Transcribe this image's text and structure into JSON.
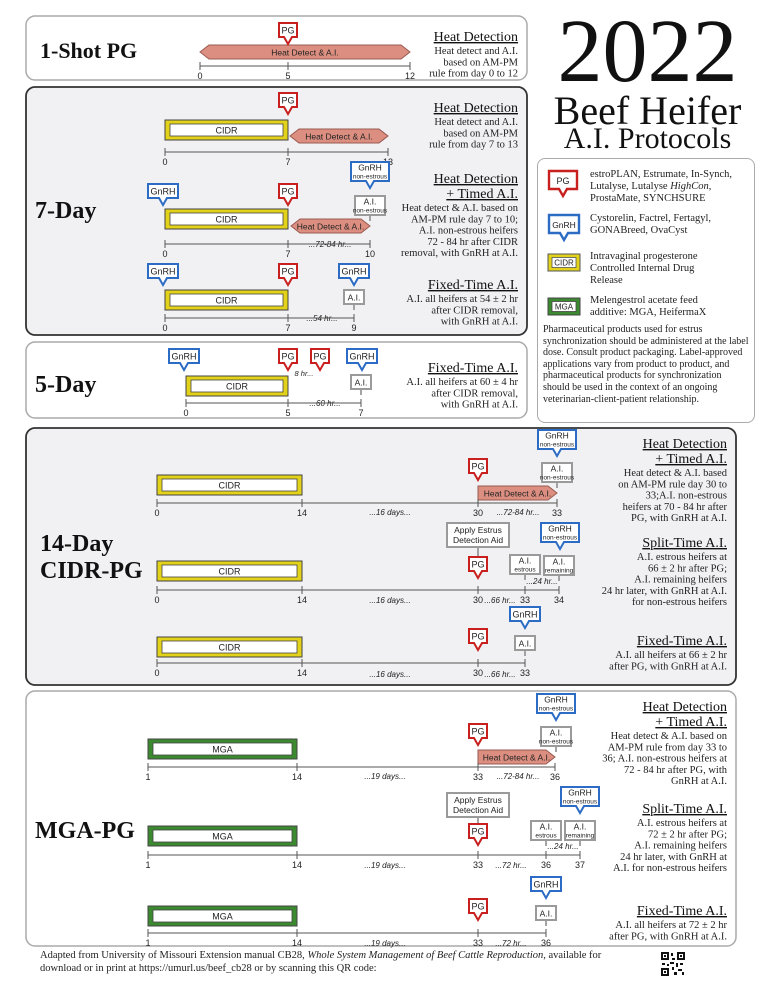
{
  "title": {
    "year": "2022",
    "line2": "Beef Heifer",
    "line3": "A.I. Protocols"
  },
  "labels": {
    "pg": "PG",
    "gnrh": "GnRH",
    "ai": "A.I.",
    "non_estrous": "non-estrous",
    "estrous": "estrous",
    "remaining": "remaining",
    "cidr": "CIDR",
    "mga": "MGA",
    "heat_detect_ai": "Heat Detect & A.I.",
    "apply_aid_1": "Apply Estrus",
    "apply_aid_2": "Detection Aid"
  },
  "colors": {
    "pg": "#c8201e",
    "gnrh": "#2c6cc4",
    "ai": "#9a9a9a",
    "cidr_bar": "#e3d21a",
    "mga_bar": "#3c8a30",
    "heat_band": "#dc8f80"
  },
  "legend": {
    "pg": [
      "estroPLAN, Estrumate, In-Synch,",
      "Lutalyse, Lutalyse HighCon,",
      "ProstaMate, SYNCHSURE"
    ],
    "gnrh": [
      "Cystorelin, Factrel, Fertagyl,",
      "GONABreed, OvaCyst"
    ],
    "cidr": [
      "Intravaginal progesterone",
      "Controlled Internal Drug",
      "Release"
    ],
    "mga": [
      "Melengestrol acetate feed",
      "additive: MGA, HeifermaX"
    ],
    "note": "Pharmaceutical products used for estrus synchronization should be administered at the label dose. Consult product packaging. Label-approved applications vary from product to product, and pharmaceutical products for synchronization should be used in the context of an ongoing veterinarian-client-patient relationship."
  },
  "sections": [
    {
      "name": "1-Shot PG",
      "protocols": [
        {
          "title": [
            "Heat Detection"
          ],
          "desc": [
            "Heat detect and A.I.",
            "based on AM-PM",
            "rule from day 0 to 12"
          ],
          "ticks": [
            "0",
            "5",
            "12"
          ],
          "interval": ""
        }
      ]
    },
    {
      "name": "7-Day",
      "protocols": [
        {
          "title": [
            "Heat Detection"
          ],
          "desc": [
            "Heat detect and A.I.",
            "based on AM-PM",
            "rule from day 7 to 13"
          ],
          "ticks": [
            "0",
            "7",
            "13"
          ],
          "interval": ""
        },
        {
          "title": [
            "Heat Detection",
            "+ Timed A.I."
          ],
          "desc": [
            "Heat detect & A.I. based on",
            "AM-PM rule day 7 to 10;",
            "A.I. non-estrous heifers",
            "72 - 84 hr after CIDR",
            "removal, with GnRH at A.I."
          ],
          "ticks": [
            "0",
            "7",
            "10"
          ],
          "interval": "...72-84 hr..."
        },
        {
          "title": [
            "Fixed-Time A.I."
          ],
          "desc": [
            "A.I. all heifers at 54 ± 2 hr",
            "after CIDR removal,",
            "with GnRH at A.I."
          ],
          "ticks": [
            "0",
            "7",
            "9"
          ],
          "interval": "...54 hr..."
        }
      ]
    },
    {
      "name": "5-Day",
      "protocols": [
        {
          "title": [
            "Fixed-Time A.I."
          ],
          "desc": [
            "A.I. all heifers at 60 ± 4 hr",
            "after CIDR removal,",
            "with GnRH at A.I."
          ],
          "ticks": [
            "0",
            "5",
            "7"
          ],
          "interval": "...60 hr...",
          "pg_gap": "8 hr..."
        }
      ]
    },
    {
      "name": [
        "14-Day",
        "CIDR-PG"
      ],
      "protocols": [
        {
          "title": [
            "Heat Detection",
            "+ Timed A.I."
          ],
          "desc": [
            "Heat detect & A.I. based",
            "on AM-PM rule day 30 to",
            "33;A.I. non-estrous",
            "heifers at 70 - 84 hr after",
            "PG, with GnRH at A.I."
          ],
          "ticks": [
            "0",
            "14",
            "30",
            "33"
          ],
          "gap": "...16 days...",
          "interval": "...72-84 hr..."
        },
        {
          "title": [
            "Split-Time A.I."
          ],
          "desc": [
            "A.I. estrous heifers at",
            "66 ± 2 hr after PG;",
            "A.I. remaining heifers",
            "24 hr later, with GnRH at A.I.",
            "for non-estrous heifers"
          ],
          "ticks": [
            "0",
            "14",
            "30",
            "33",
            "34"
          ],
          "gap": "...16 days...",
          "interval": "...66 hr...",
          "interval2": "...24 hr..."
        },
        {
          "title": [
            "Fixed-Time A.I."
          ],
          "desc": [
            "A.I. all heifers at 66 ± 2 hr",
            "after PG, with GnRH at A.I."
          ],
          "ticks": [
            "0",
            "14",
            "30",
            "33"
          ],
          "gap": "...16 days...",
          "interval": "...66 hr..."
        }
      ]
    },
    {
      "name": "MGA-PG",
      "protocols": [
        {
          "title": [
            "Heat Detection",
            "+ Timed A.I."
          ],
          "desc": [
            "Heat detect & A.I. based on",
            "AM-PM rule from day 33 to",
            "36; A.I. non-estrous heifers at",
            "72 - 84 hr after PG, with",
            "GnRH at A.I."
          ],
          "ticks": [
            "1",
            "14",
            "33",
            "36"
          ],
          "gap": "...19 days...",
          "interval": "...72-84 hr..."
        },
        {
          "title": [
            "Split-Time A.I."
          ],
          "desc": [
            "A.I. estrous heifers at",
            "72 ± 2 hr after PG;",
            "A.I. remaining heifers",
            "24 hr later, with GnRH at",
            "A.I. for non-estrous heifers"
          ],
          "ticks": [
            "1",
            "14",
            "33",
            "36",
            "37"
          ],
          "gap": "...19 days...",
          "interval": "...72 hr...",
          "interval2": "...24 hr..."
        },
        {
          "title": [
            "Fixed-Time A.I."
          ],
          "desc": [
            "A.I. all heifers at 72 ± 2 hr",
            "after PG, with GnRH at A.I."
          ],
          "ticks": [
            "1",
            "14",
            "33",
            "36"
          ],
          "gap": "...19 days...",
          "interval": "...72 hr..."
        }
      ]
    }
  ],
  "footer": {
    "prefix": "Adapted from University of Missouri Extension manual CB28, ",
    "manual_title": "Whole System Management of Beef Cattle Reproduction",
    "suffix": ", available for download or in print at https://umurl.us/beef_cb28 or by scanning this QR code:"
  }
}
